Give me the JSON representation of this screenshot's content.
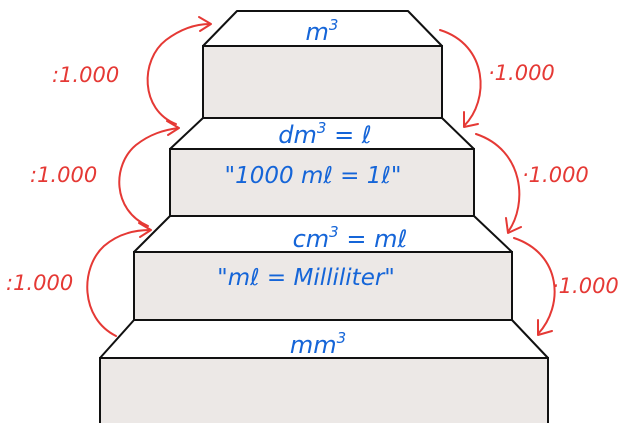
{
  "steps": [
    {
      "unit": "m",
      "exp": "3",
      "suffix": ""
    },
    {
      "unit": "dm",
      "exp": "3",
      "suffix": " = ℓ",
      "note": "\"1000 mℓ = 1ℓ\""
    },
    {
      "unit": "cm",
      "exp": "3",
      "suffix": " = mℓ",
      "note": "\"mℓ = Milliliter\""
    },
    {
      "unit": "mm",
      "exp": "3",
      "suffix": ""
    }
  ],
  "left_labels": [
    ":1.000",
    ":1.000",
    ":1.000"
  ],
  "right_labels": [
    "·1.000",
    "·1.000",
    "·1.000"
  ],
  "colors": {
    "unit_text": "#1565d8",
    "conversion": "#e53935",
    "step_face": "#ece8e6",
    "outline": "#111111"
  }
}
